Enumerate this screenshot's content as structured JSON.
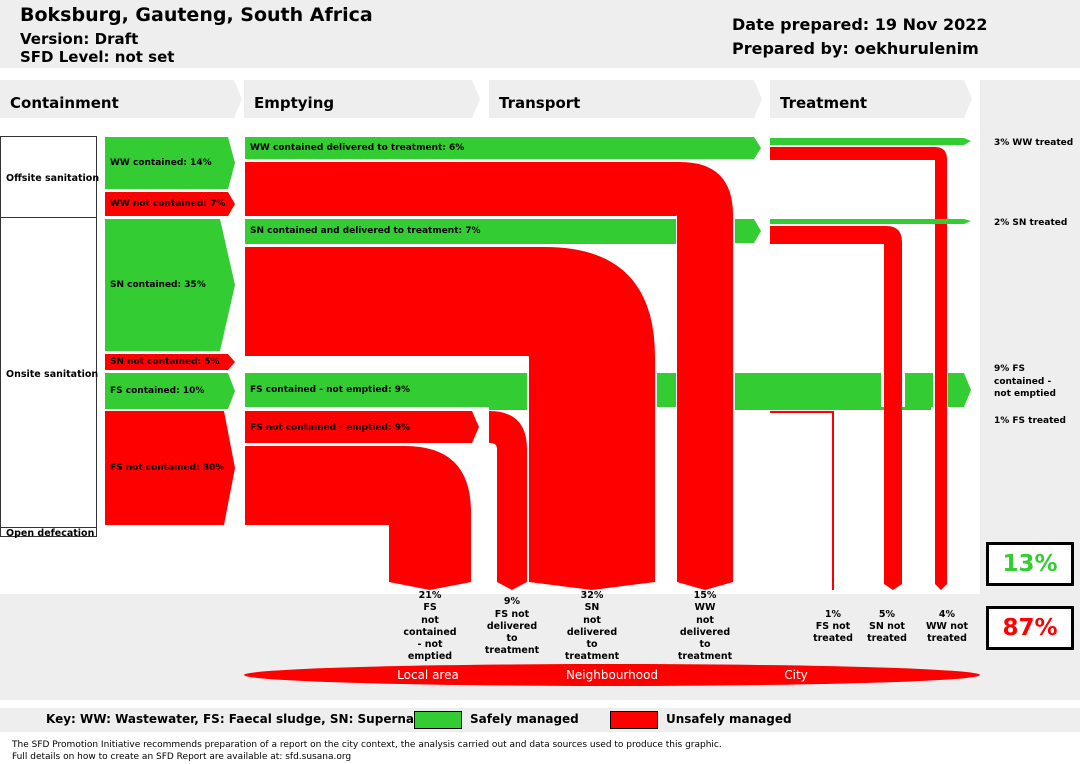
{
  "header": {
    "title": "Boksburg, Gauteng, South Africa",
    "version": "Version: Draft",
    "level": "SFD Level: not set",
    "date": "Date prepared: 19 Nov 2022",
    "prepared_by": "Prepared by: oekhurulenim"
  },
  "stages": [
    "Containment",
    "Emptying",
    "Transport",
    "Treatment"
  ],
  "side_labels": {
    "offsite": "Offsite sanitation",
    "onsite": "Onsite sanitation",
    "open": "Open defecation"
  },
  "flows": {
    "ww_contained": "WW contained: 14%",
    "ww_not_contained": "WW not contained: 7%",
    "sn_contained": "SN contained: 35%",
    "sn_not_contained": "SN not contained: 5%",
    "fs_contained": "FS contained: 10%",
    "fs_not_contained": "FS not contained: 30%",
    "ww_delivered": "WW contained delivered to treatment: 6%",
    "sn_delivered": "SN contained and delivered to treatment: 7%",
    "fs_not_emptied": "FS contained - not emptied: 9%",
    "fs_not_contained_emptied": "FS not contained - emptied: 9%"
  },
  "treatment_labels": {
    "ww_treated": "3% WW treated",
    "sn_treated": "2% SN treated",
    "fs_contained_not_emptied": [
      "9% FS",
      "contained -",
      "not emptied"
    ],
    "fs_treated": "1% FS treated"
  },
  "bottom_labels": [
    [
      "21%",
      "FS",
      "not",
      "contained",
      "- not",
      "emptied"
    ],
    [
      "9%",
      "FS not",
      "delivered",
      "to",
      "treatment"
    ],
    [
      "32%",
      "SN",
      "not",
      "delivered",
      "to",
      "treatment"
    ],
    [
      "15%",
      "WW",
      "not",
      "delivered",
      "to",
      "treatment"
    ],
    [
      "1%",
      "FS not",
      "treated"
    ],
    [
      "5%",
      "SN not",
      "treated"
    ],
    [
      "4%",
      "WW not",
      "treated"
    ]
  ],
  "area_labels": [
    "Local area",
    "Neighbourhood",
    "City"
  ],
  "totals": {
    "safe": "13%",
    "unsafe": "87%"
  },
  "colors": {
    "safe": "#33cc33",
    "unsafe": "#ff0000",
    "panel": "#eeeeee"
  },
  "key": {
    "text": "Key: WW: Wastewater, FS: Faecal sludge, SN: Supernatant",
    "safe": "Safely managed",
    "unsafe": "Unsafely managed"
  },
  "notes": [
    "The SFD Promotion Initiative recommends preparation of a report on the city context, the analysis carried out and data sources used to produce this graphic.",
    "Full details on how to create an SFD Report are available at: sfd.susana.org"
  ]
}
